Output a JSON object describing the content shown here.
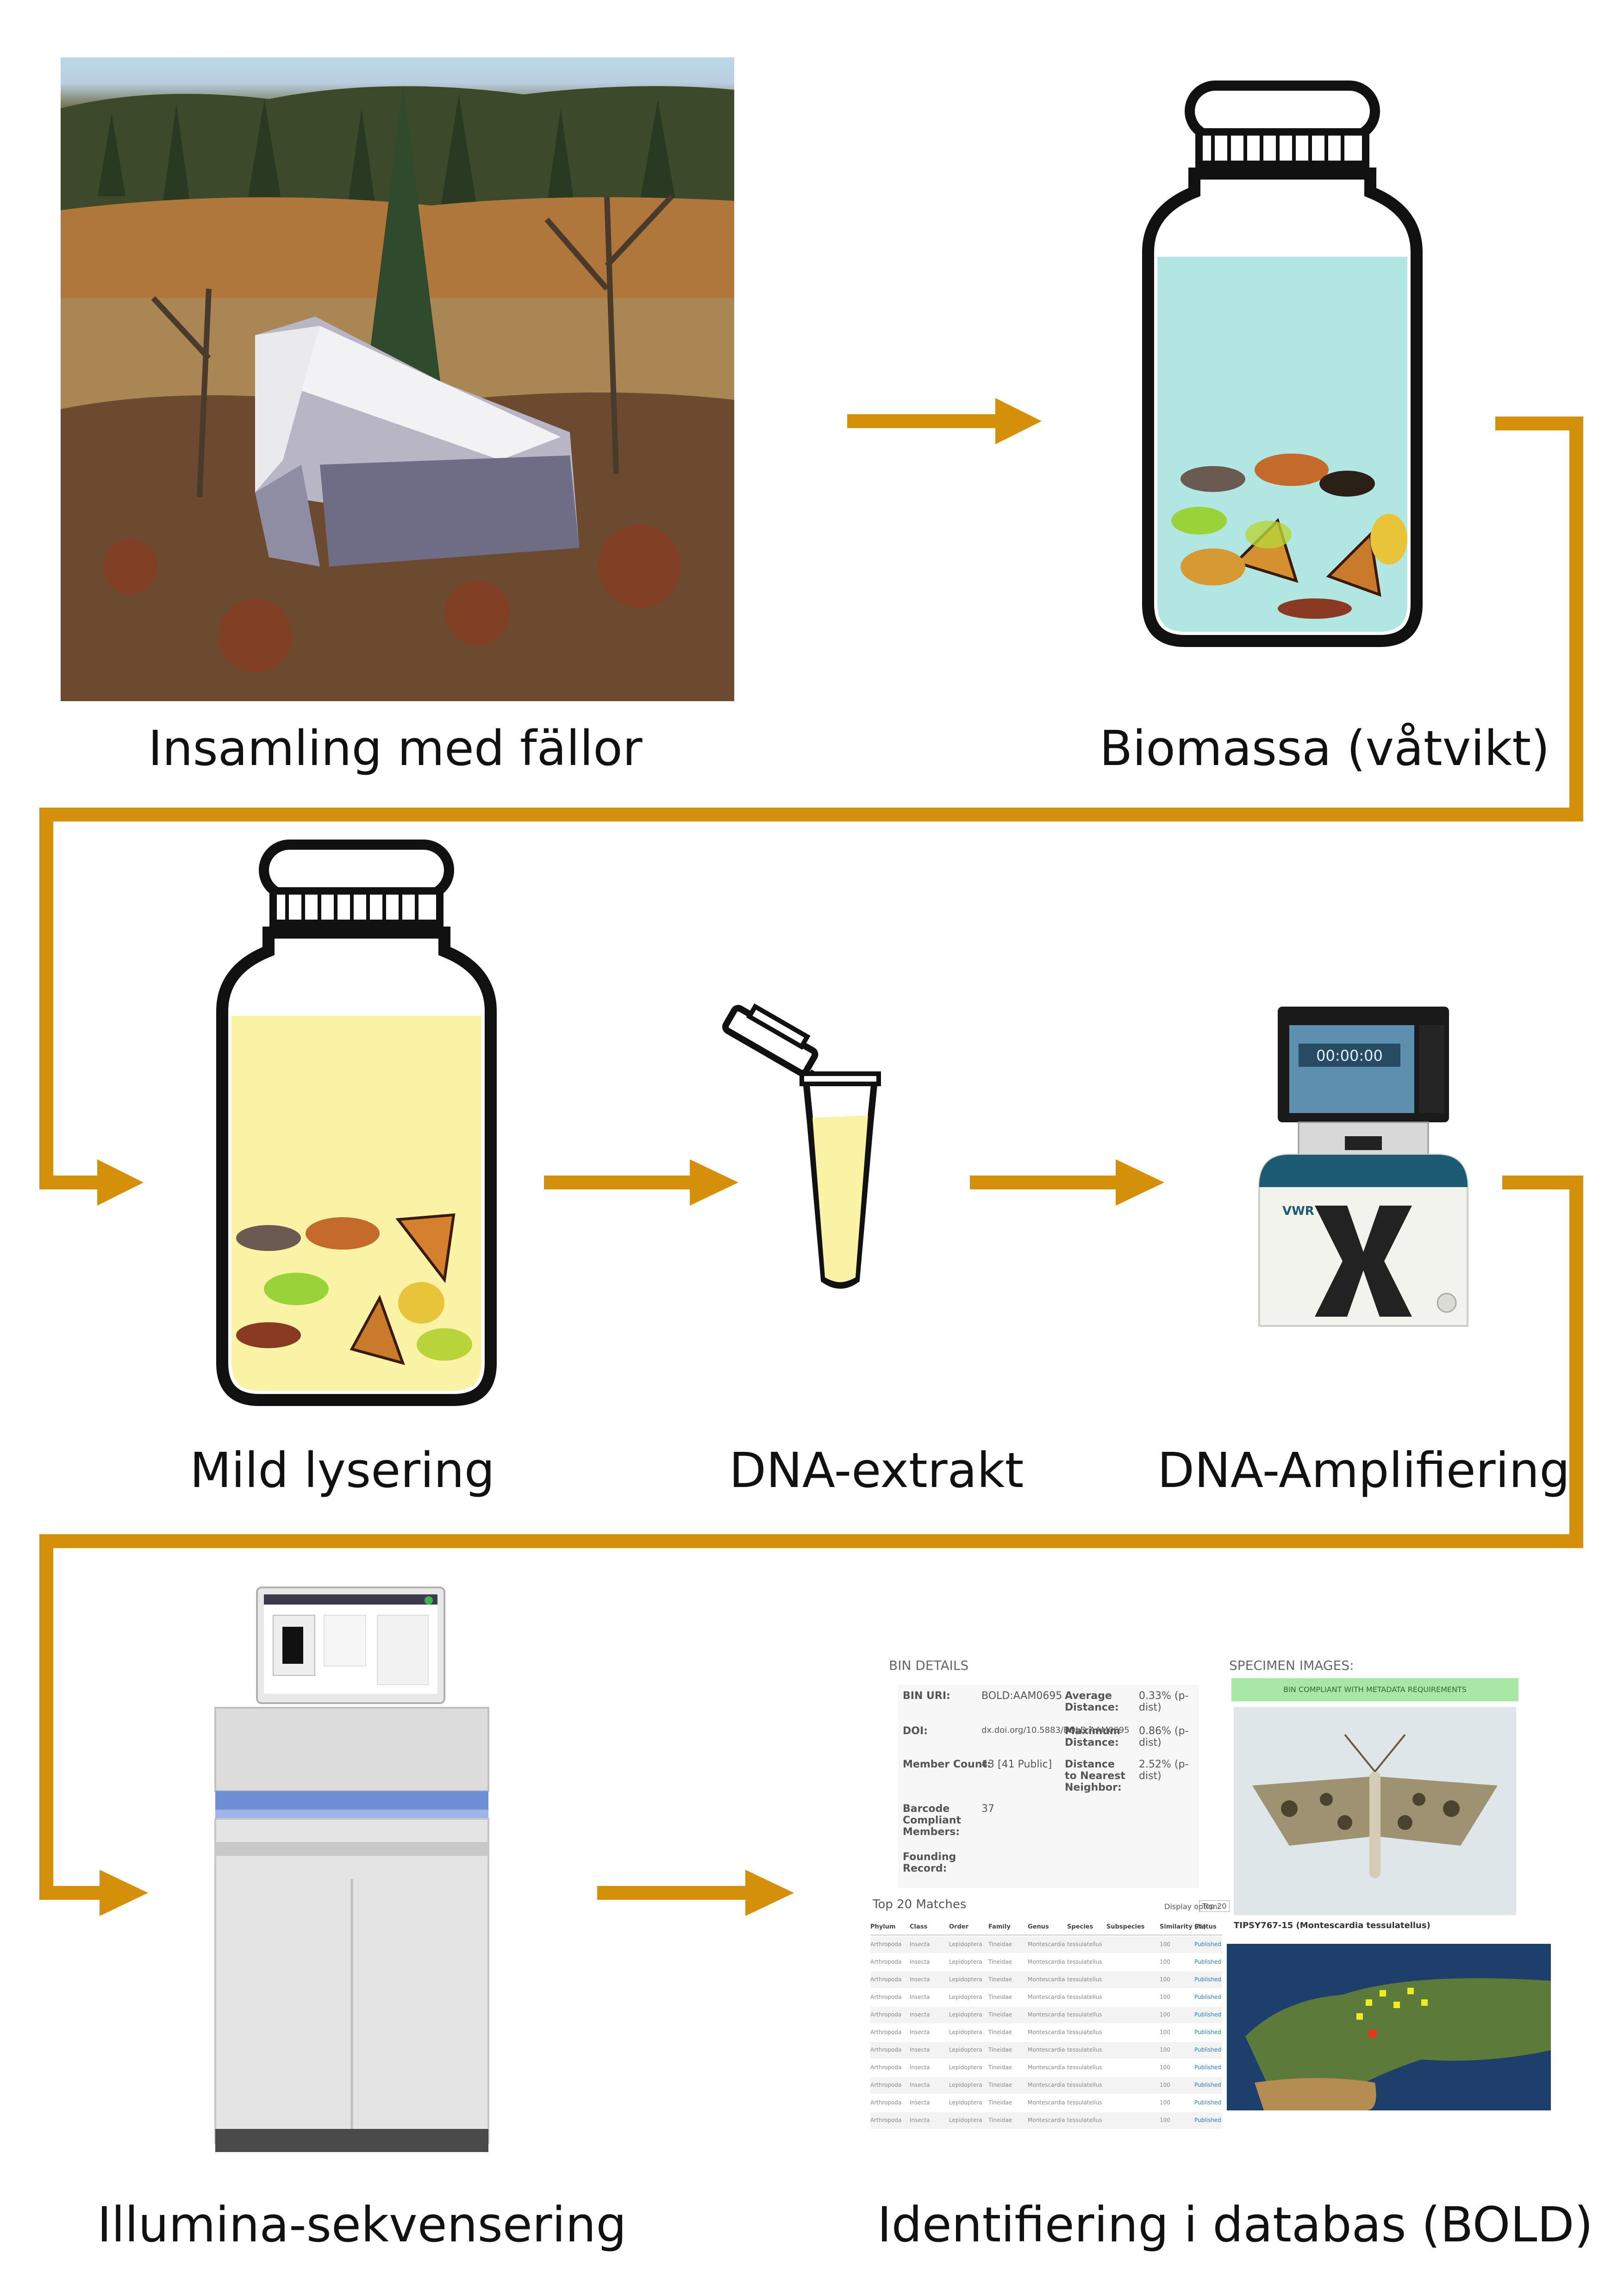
{
  "steps": [
    {
      "label": "Insamling med fällor"
    },
    {
      "label": "Biomassa (våtvikt)"
    },
    {
      "label": "Mild lysering"
    },
    {
      "label": "DNA-extrakt"
    },
    {
      "label": "DNA-Amplifiering"
    },
    {
      "label": "Illumina-sekvensering"
    },
    {
      "label": "Identifiering i databas (BOLD)"
    }
  ],
  "colors": {
    "arrow": "#d4900b",
    "jar_liquid_blue": "#b1e6e2",
    "jar_liquid_yellow": "#faf3a6",
    "outline": "#111111"
  },
  "pcr": {
    "timer": "00:00:00",
    "brand": "VWR"
  },
  "sequencer": {
    "brand": "illumina"
  },
  "bold": {
    "bin_title": "BIN DETAILS",
    "images_title": "SPECIMEN IMAGES:",
    "compliant_banner": "BIN COMPLIANT WITH METADATA REQUIREMENTS",
    "bin_uri_label": "BIN URI:",
    "bin_uri_value": "BOLD:AAM0695",
    "doi_label": "DOI:",
    "doi_value": "dx.doi.org/10.5883/BOLD:AAM0695",
    "member_label": "Member Count:",
    "member_value": "43 [41 Public]",
    "barcode_label": "Barcode Compliant Members:",
    "barcode_value": "37",
    "founding_label": "Founding Record:",
    "avg_label": "Average Distance:",
    "avg_value": "0.33% (p-dist)",
    "max_label": "Maximum Distance:",
    "max_value": "0.86% (p-dist)",
    "nn_label": "Distance to Nearest Neighbor:",
    "nn_value": "2.52% (p-dist)",
    "matches_title": "Top 20 Matches",
    "display_label": "Display option:",
    "display_value": "Top 20",
    "columns": [
      "Phylum",
      "Class",
      "Order",
      "Family",
      "Genus",
      "Species",
      "Subspecies",
      "Similarity (%)",
      "Status"
    ],
    "row": [
      "Arthropoda",
      "Insecta",
      "Lepidoptera",
      "Tineidae",
      "Montescardia",
      "tessulatellus",
      "",
      "100",
      "Published"
    ],
    "specimen_caption": "TIPSY767-15 (Montescardia tessulatellus)"
  }
}
